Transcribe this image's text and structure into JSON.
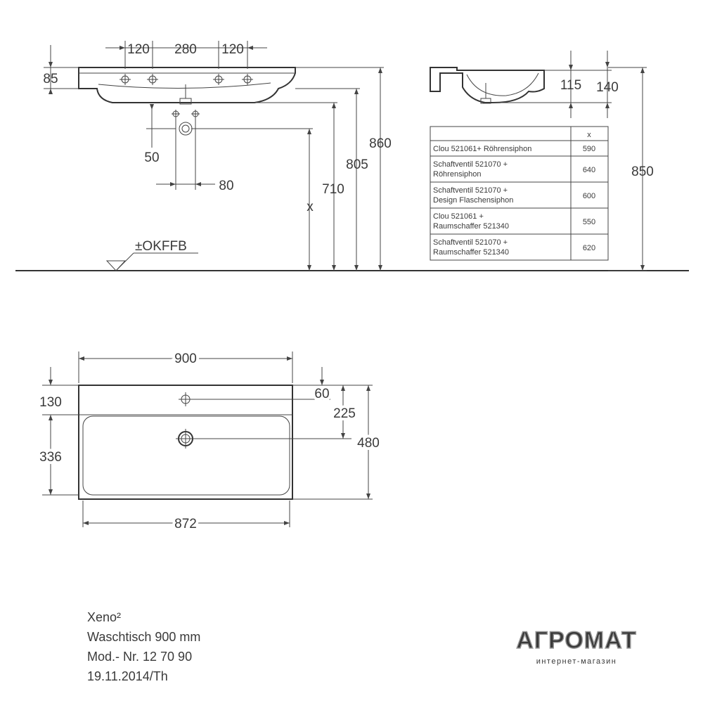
{
  "front_view": {
    "dims": {
      "hole_side_left": "120",
      "hole_center": "280",
      "hole_side_right": "120",
      "rim_height": "85",
      "drain_offset": "50",
      "drain_center": "80",
      "total_height": "860",
      "height_805": "805",
      "height_710": "710",
      "x_label": "x"
    },
    "floor_label": "±OKFFB"
  },
  "side_view": {
    "dims": {
      "d115": "115",
      "d140": "140",
      "d850": "850"
    }
  },
  "siphon_table": {
    "header": [
      "",
      "x"
    ],
    "rows": [
      {
        "lines": [
          "Clou 521061+ Röhrensiphon"
        ],
        "x": "590"
      },
      {
        "lines": [
          "Schaftventil 521070 +",
          "Röhrensiphon"
        ],
        "x": "640"
      },
      {
        "lines": [
          "Schaftventil 521070 +",
          "Design Flaschensiphon"
        ],
        "x": "600"
      },
      {
        "lines": [
          "Clou 521061 +",
          "Raumschaffer 521340"
        ],
        "x": "550"
      },
      {
        "lines": [
          "Schaftventil 521070 +",
          "Raumschaffer 521340"
        ],
        "x": "620"
      }
    ]
  },
  "top_view": {
    "dims": {
      "width": "900",
      "inner_width": "872",
      "d130": "130",
      "d336": "336",
      "d60": "60",
      "d225": "225",
      "depth": "480"
    }
  },
  "info": {
    "line1": "Xeno²",
    "line2": "Waschtisch 900 mm",
    "line3": "Mod.- Nr. 12 70 90",
    "line4": "19.11.2014/Th"
  },
  "brand": {
    "name": "АГРОМАТ",
    "tagline": "интернет-магазин"
  }
}
